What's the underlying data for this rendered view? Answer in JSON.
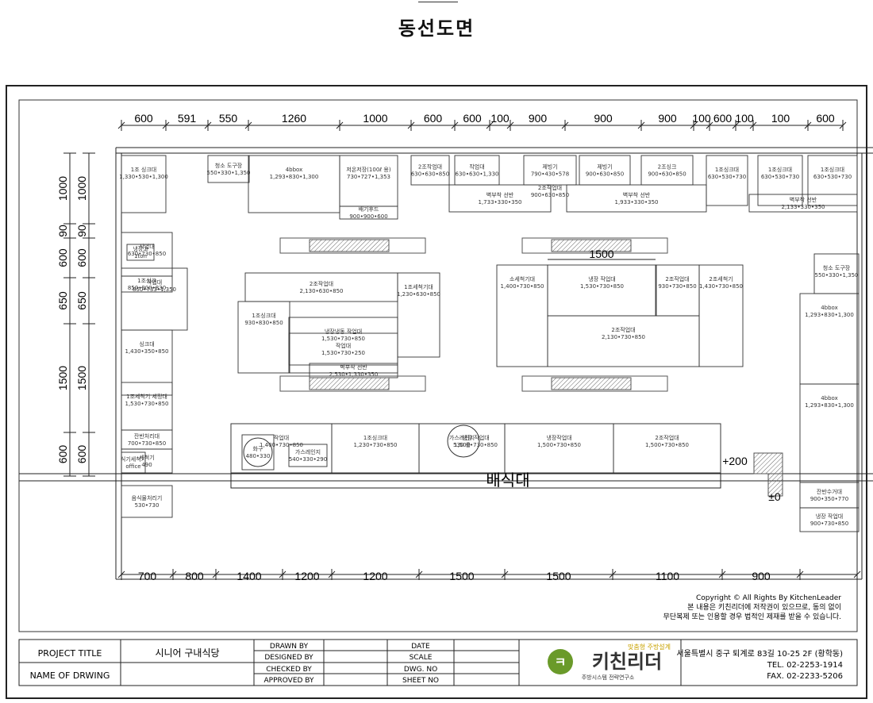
{
  "page": {
    "title": "동선도면"
  },
  "top_dims": [
    "600",
    "591",
    "550",
    "1260",
    "1000",
    "600",
    "600",
    "100",
    "900",
    "900",
    "900",
    "100",
    "600",
    "100",
    "100",
    "600"
  ],
  "bottom_dims": [
    "700",
    "800",
    "1400",
    "1200",
    "1200",
    "1500",
    "1500",
    "1100",
    "900"
  ],
  "left_dims_outer": [
    "1000",
    "90",
    "600",
    "650",
    "1500",
    "600"
  ],
  "left_dims_inner": [
    "1000",
    "90",
    "600",
    "650",
    "1500",
    "600"
  ],
  "equipment": {
    "top_row": [
      {
        "name": "1조 싱크대",
        "size": "1,330•530•1,300"
      },
      {
        "name": "청소 도구장",
        "size": "550•330•1,350"
      },
      {
        "name": "4bbox",
        "size": "1,293•830•1,300"
      },
      {
        "name": "저온저장(100ℓ 용)",
        "size": "730•727•1,353"
      },
      {
        "name": "배기후드",
        "size": "900•900•600"
      },
      {
        "name": "2조작업대",
        "size": "630•630•850"
      },
      {
        "name": "작업대",
        "size": "630•630•1,330"
      },
      {
        "name": "제빙기",
        "size": "790•430•578"
      },
      {
        "name": "2조작업대",
        "size": "900•630•850"
      },
      {
        "name": "제빙기",
        "size": "900•630•850"
      },
      {
        "name": "2조싱크",
        "size": "900•630•850"
      },
      {
        "name": "1조싱크대",
        "size": "630•530•730"
      },
      {
        "name": "1조싱크대",
        "size": "630•530•730"
      },
      {
        "name": "1조싱크대",
        "size": "630•530•730"
      },
      {
        "name": "벽부착 선반",
        "size": "1,733•330•350"
      },
      {
        "name": "벽부착 선반",
        "size": "1,933•330•350"
      },
      {
        "name": "벽부착 선반",
        "size": "2,133•330•350"
      }
    ],
    "left_col": [
      {
        "name": "냉장고",
        "size": "1ton"
      },
      {
        "name": "작업대",
        "size": "630•730•850"
      },
      {
        "name": "1조싱크",
        "size": "850•900•830"
      },
      {
        "name": "작업대",
        "size": "850•733•1,350"
      },
      {
        "name": "싱크대",
        "size": "1,430•350•850"
      },
      {
        "name": "1조세척기 세정대",
        "size": "1,530•730•850"
      },
      {
        "name": "잔반처리대",
        "size": "700•730•850"
      },
      {
        "name": "세척기",
        "size": "490"
      },
      {
        "name": "식기세척기",
        "size": "office"
      },
      {
        "name": "음식물처리기",
        "size": "530•730"
      }
    ],
    "center_left": [
      {
        "name": "2조작업대",
        "size": "2,130•630•850"
      },
      {
        "name": "1조싱크대",
        "size": "930•830•850"
      },
      {
        "name": "냉장냉동 작업대",
        "size": "1,530•730•850"
      },
      {
        "name": "작업대",
        "size": "1,530•730•250"
      },
      {
        "name": "1조세척기대",
        "size": "1,230•630•850"
      },
      {
        "name": "벽부착 선반",
        "size": "2,530•1,330•350"
      }
    ],
    "center_right": [
      {
        "name": "소세척기대",
        "size": "1,400•730•850"
      },
      {
        "name": "냉장 작업대",
        "size": "1,530•730•850"
      },
      {
        "name": "2조작업대",
        "size": "930•730•850"
      },
      {
        "name": "2조작업대",
        "size": "2,130•730•850"
      },
      {
        "name": "2조세척기",
        "size": "1,430•730•850"
      }
    ],
    "serving_row": [
      {
        "name": "작업대",
        "size": "1,400•730•850"
      },
      {
        "name": "화구",
        "size": "480•330"
      },
      {
        "name": "가스레인지",
        "size": "540•330•290"
      },
      {
        "name": "1조싱크대",
        "size": "1,230•730•850"
      },
      {
        "name": "가스레인지",
        "size": "530 용"
      },
      {
        "name": "냉장작업대",
        "size": "1,500•730•850"
      },
      {
        "name": "2조작업대",
        "size": "1,500•730•850"
      },
      {
        "name": "냉장 작업대",
        "size": "1,500•730•850"
      }
    ],
    "right_col": [
      {
        "name": "청소 도구장",
        "size": "550•330•1,350"
      },
      {
        "name": "4bbox",
        "size": "1,293•830•1,300"
      },
      {
        "name": "4bbox",
        "size": "1,293•830•1,300"
      },
      {
        "name": "잔반수거대",
        "size": "900•350•770"
      },
      {
        "name": "냉장 작업대",
        "size": "900•730•850"
      }
    ]
  },
  "labels": {
    "serving_counter": "배식대",
    "hood_width": "1500",
    "level_plus": "+200",
    "level_zero": "±0"
  },
  "copyright": {
    "line1": "Copyright © All Rights By KitchenLeader",
    "line2": "본 내용은 키친리더에 저작권이 있으므로, 동의 없이",
    "line3": "무단복제 또는 인용할 경우 법적인 제재를 받을 수 있습니다."
  },
  "title_block": {
    "project_title_label": "PROJECT TITLE",
    "project_title_value": "시니어 구내식당",
    "drawing_name_label": "NAME OF DRWING",
    "drawn_by": "DRAWN BY",
    "designed_by": "DESIGNED BY",
    "checked_by": "CHECKED BY",
    "approved_by": "APPROVED BY",
    "date": "DATE",
    "scale": "SCALE",
    "dwg_no": "DWG. NO",
    "sheet_no": "SHEET NO",
    "company": {
      "tagline": "맞춤형 주방설계",
      "name": "키친리더",
      "sub": "주방시스템 전략연구소",
      "address": "서울특별시 중구 퇴계로 83길 10-25 2F (황학동)",
      "tel": "TEL. 02-2253-1914",
      "fax": "FAX. 02-2233-5206"
    }
  },
  "colors": {
    "line": "#1a1a1a",
    "logo_green": "#6a9a2a",
    "logo_dark": "#333333",
    "tagline": "#c8a200"
  }
}
